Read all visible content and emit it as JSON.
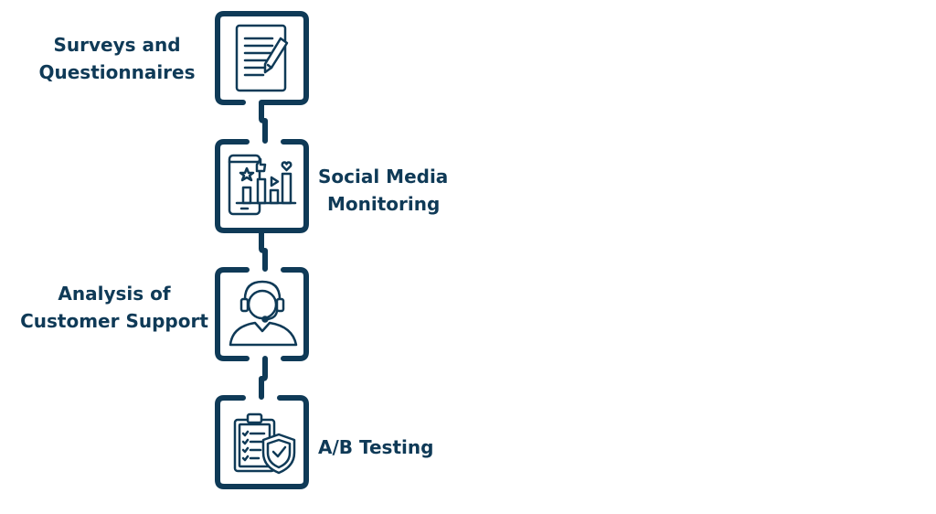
{
  "colors": {
    "primary": "#0f3a57",
    "background": "#ffffff"
  },
  "steps": [
    {
      "icon": "survey-document-pen-icon",
      "label_lines": [
        "Surveys and",
        "Questionnaires"
      ]
    },
    {
      "icon": "social-media-analytics-phone-icon",
      "label_lines": [
        "Social Media",
        "Monitoring"
      ]
    },
    {
      "icon": "customer-support-headset-icon",
      "label_lines": [
        "Analysis of",
        "Customer Support"
      ]
    },
    {
      "icon": "ab-testing-clipboard-shield-icon",
      "label_lines": [
        "A/B Testing"
      ]
    }
  ]
}
